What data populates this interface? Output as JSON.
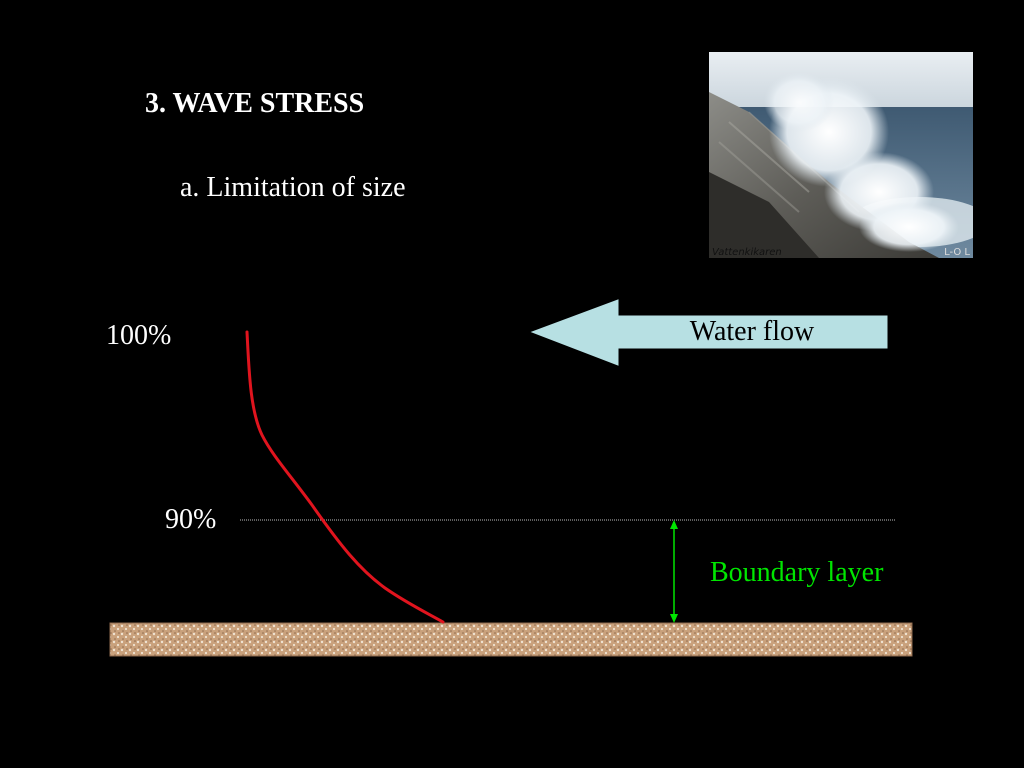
{
  "slide": {
    "title": "3. WAVE STRESS",
    "subtitle": "a. Limitation of size"
  },
  "diagram": {
    "label_top": "100%",
    "label_mid": "90%",
    "flow_label": "Water flow",
    "boundary_label": "Boundary layer"
  },
  "photo": {
    "caption": "Vattenkikaren",
    "watermark": "L-O L"
  },
  "colors": {
    "background": "#000000",
    "velocity_curve": "#e0141e",
    "arrow_fill": "#b7e0e3",
    "boundary": "#00e600",
    "substrate": "#c9a17c",
    "reference_line": "#bbbbbb"
  }
}
